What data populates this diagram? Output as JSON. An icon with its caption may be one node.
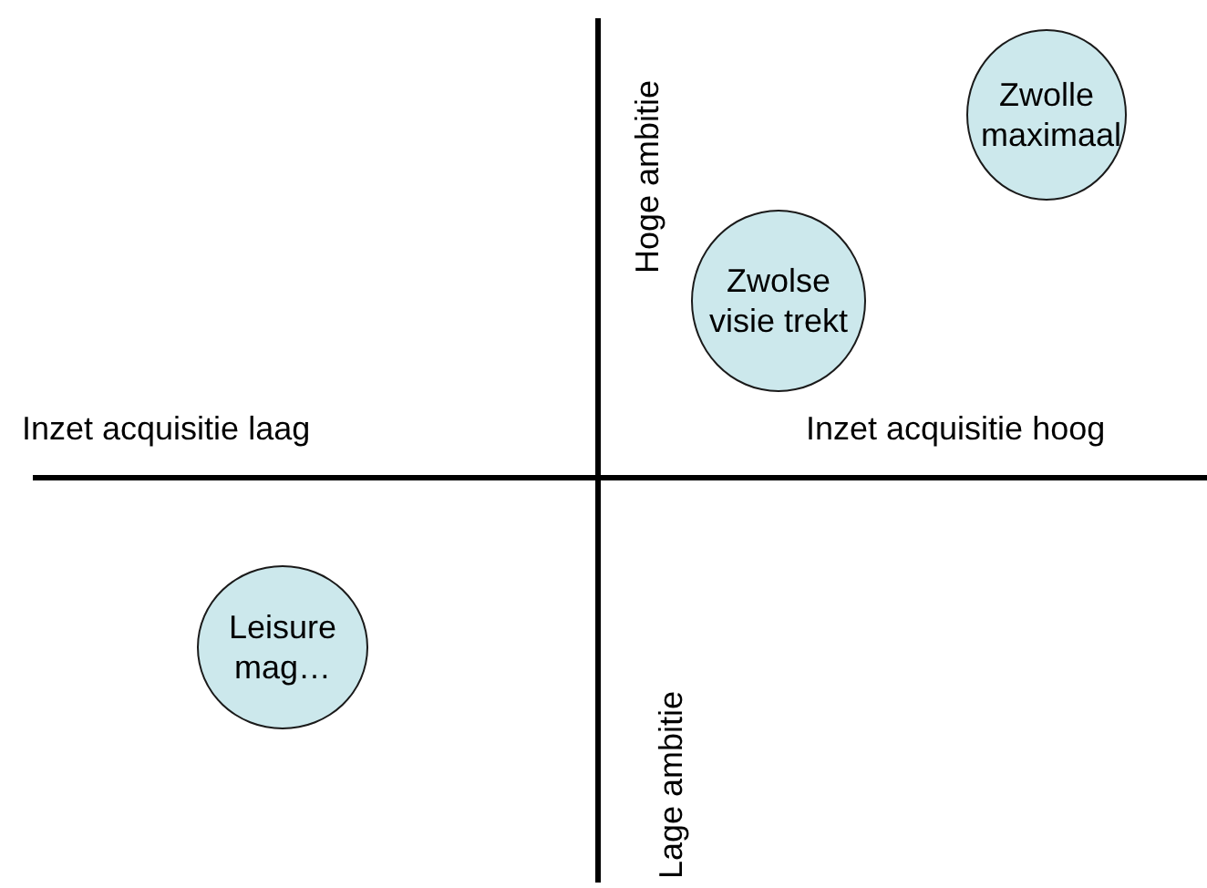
{
  "diagram": {
    "nodes": [
      {
        "text": [
          "Zwolle maximaal"
        ]
      },
      {
        "text": [
          "Zwolse visie trekt"
        ]
      },
      {
        "text": [
          "Leisure mag…"
        ]
      }
    ],
    "labels": [
      "Hoge ambitie",
      "Inzet acquisitie laag",
      "Inzet acquisitie hoog",
      "Lage ambitie"
    ]
  }
}
